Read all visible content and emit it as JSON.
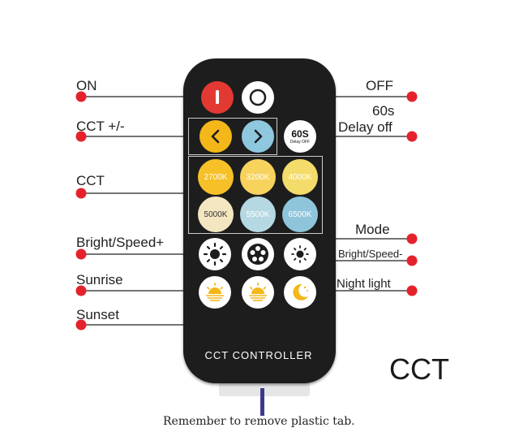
{
  "labels": {
    "on": "ON",
    "off": "OFF",
    "cct_pm": "CCT +/-",
    "delay_top": "60s",
    "delay_bottom": "Delay off",
    "cct": "CCT",
    "mode": "Mode",
    "bright_plus": "Bright/Speed+",
    "bright_minus": "Bright/Speed-",
    "sunrise": "Sunrise",
    "night_light": "Night light",
    "sunset": "Sunset"
  },
  "remote": {
    "brand": "CCT CONTROLLER",
    "delay_button": {
      "main": "60S",
      "sub": "Delay OFF"
    },
    "temperatures": [
      "2700K",
      "3200K",
      "4000K",
      "5000K",
      "5500K",
      "6500K"
    ]
  },
  "big_title": "CCT",
  "caption": "Remember to remove plastic tab.",
  "colors": {
    "pointer": "#e5222c",
    "remote_body": "#1d1d1d",
    "power_on": "#e23a33",
    "arrow_warm": "#f3b71a",
    "arrow_cool": "#8fc8de",
    "temp_2700": "#f6c028",
    "temp_3200": "#f7d25d",
    "temp_4000": "#f4dc6a",
    "temp_5000": "#f3e6c1",
    "temp_5500": "#b6d8e3",
    "temp_6500": "#8fc5db"
  },
  "icons": [
    "power-icon",
    "off-ring-icon",
    "chevron-left-icon",
    "chevron-right-icon",
    "sun-icon",
    "mode-dots-icon",
    "sun-small-icon",
    "sunrise-icon",
    "sunset-icon",
    "moon-icon"
  ]
}
